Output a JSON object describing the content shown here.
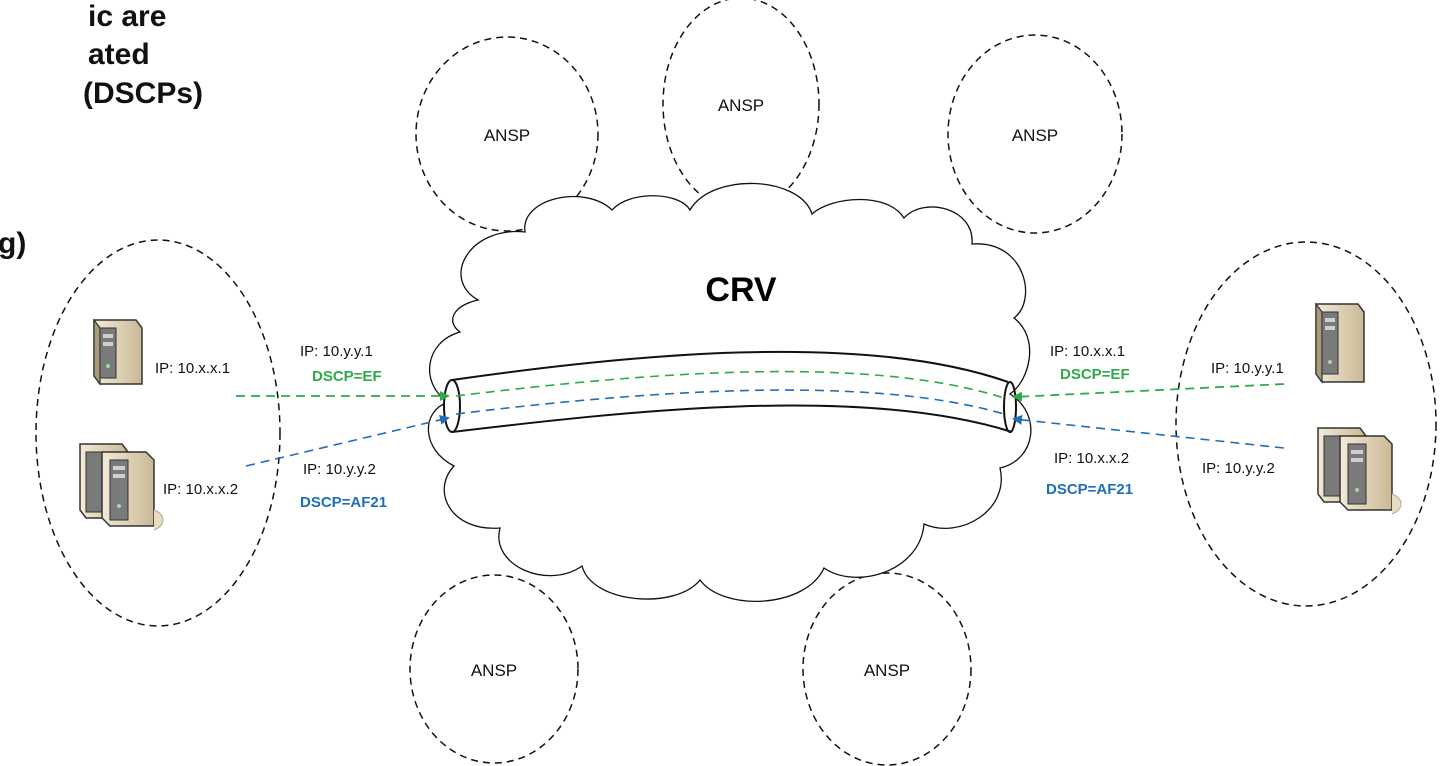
{
  "heading": {
    "line1": "ic are",
    "line2": "ated",
    "line3": "(DSCPs)",
    "line4": "g)"
  },
  "cloud": {
    "label": "CRV"
  },
  "ansp": {
    "label": "ANSP"
  },
  "left_site": {
    "server1_ip": "IP: 10.x.x.1",
    "server2_ip": "IP: 10.x.x.2",
    "tunnel_ip1": "IP: 10.y.y.1",
    "tunnel_ip2": "IP: 10.y.y.2",
    "dscp_ef": "DSCP=EF",
    "dscp_af21": "DSCP=AF21"
  },
  "right_site": {
    "server1_ip": "IP: 10.y.y.1",
    "server2_ip": "IP: 10.y.y.2",
    "tunnel_ip1": "IP: 10.x.x.1",
    "tunnel_ip2": "IP: 10.x.x.2",
    "dscp_ef": "DSCP=EF",
    "dscp_af21": "DSCP=AF21"
  },
  "colors": {
    "ef": "#2eaa4a",
    "af21": "#1f6fb8",
    "stroke": "#111111",
    "server_body": "#e8dcc0",
    "server_front": "#6b6b6b"
  }
}
